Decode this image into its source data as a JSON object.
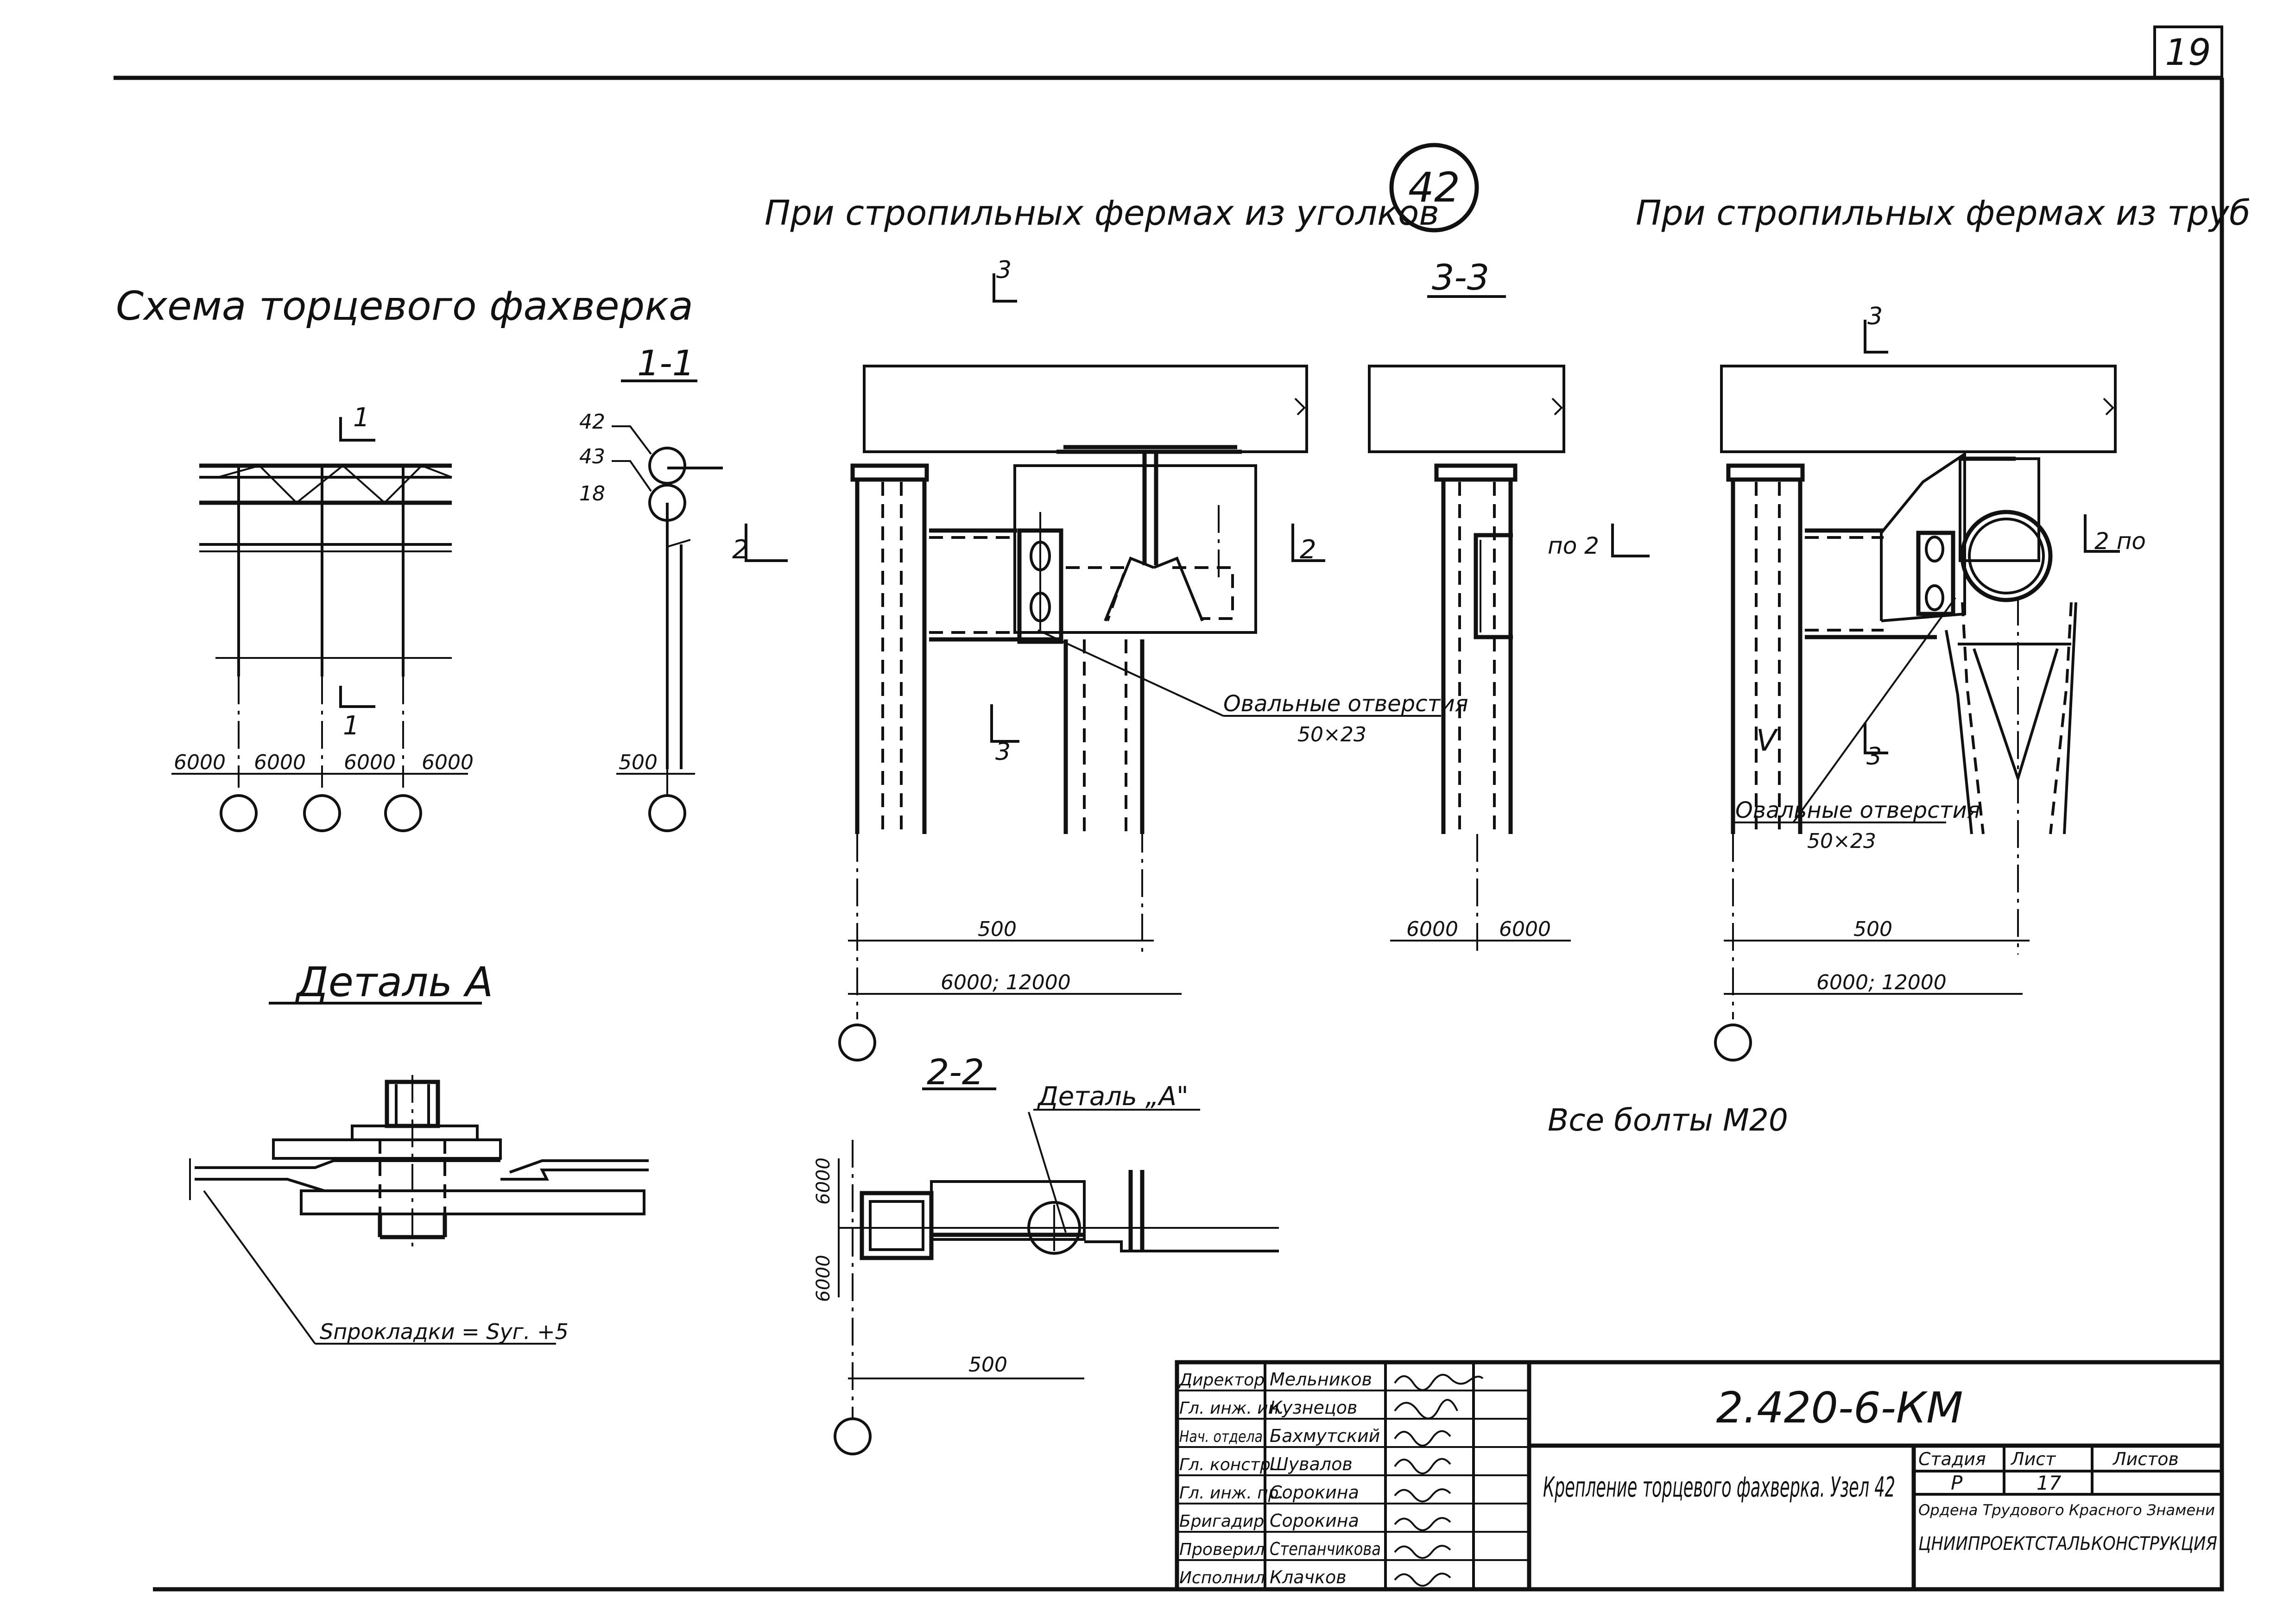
{
  "sheet_number": "19",
  "node_marker": "42",
  "titles": {
    "scheme": "Схема торцевого фахверка",
    "angles_variant": "При стропильных фермах из уголков",
    "pipes_variant": "При стропильных фермах из труб",
    "section_1_1": "1-1",
    "section_3_3": "3-3",
    "section_2_2": "2-2",
    "detail_a": "Деталь А",
    "detail_a_ref": "Деталь „А\""
  },
  "scheme": {
    "cut_mark": "1",
    "spans": [
      "6000",
      "6000",
      "6000",
      "6000"
    ]
  },
  "section_1_1": {
    "callouts": [
      "42",
      "43",
      "18"
    ],
    "dim": "500"
  },
  "left_node": {
    "cut_3": "3",
    "cut_2": "2",
    "oval_holes": "Овальные отверстия",
    "oval_size": "50×23",
    "dim_500": "500",
    "dim_span": "6000; 12000"
  },
  "section_3_3": {
    "cut_ref": "по 2",
    "dims": [
      "6000",
      "6000"
    ]
  },
  "right_node": {
    "cut_3": "3",
    "cut_2": "2 по",
    "mark_v": "V",
    "oval_holes": "Овальные отверстия",
    "oval_size": "50×23",
    "dim_500": "500",
    "dim_span": "6000; 12000"
  },
  "section_2_2": {
    "dims_vertical": [
      "6000",
      "6000"
    ],
    "dim_500": "500"
  },
  "detail_a": {
    "pad_formula": "Sпрокладки = Sуг. +5"
  },
  "bolts_note": "Все болты М20",
  "title_block": {
    "doc_code": "2.420-6-КМ",
    "title": "Крепление торцевого фахверка. Узел 42",
    "stage_label": "Стадия",
    "sheet_label": "Лист",
    "sheets_label": "Листов",
    "stage_value": "Р",
    "sheet_value": "17",
    "org_line1": "Ордена Трудового Красного Знамени",
    "org_line2": "ЦНИИПРОЕКТСТАЛЬКОНСТРУКЦИЯ",
    "people": [
      {
        "role": "Директор",
        "name": "Мельников"
      },
      {
        "role": "Гл. инж. ин.",
        "name": "Кузнецов"
      },
      {
        "role": "Нач. отдела",
        "name": "Бахмутский"
      },
      {
        "role": "Гл. констр.",
        "name": "Шувалов"
      },
      {
        "role": "Гл. инж. пр.",
        "name": "Сорокина"
      },
      {
        "role": "Бригадир",
        "name": "Сорокина"
      },
      {
        "role": "Проверил",
        "name": "Степанчикова"
      },
      {
        "role": "Исполнил",
        "name": "Клачков"
      }
    ]
  }
}
